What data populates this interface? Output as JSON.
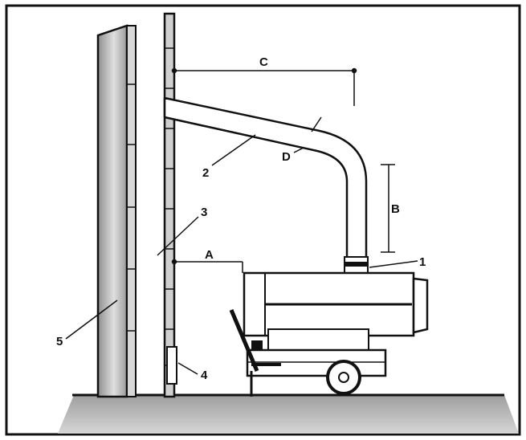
{
  "labels": {
    "c": "C",
    "d": "D",
    "b": "B",
    "a": "A",
    "n1": "1",
    "n2": "2",
    "n3": "3",
    "n4": "4",
    "n5": "5"
  },
  "colors": {
    "line": "#111111",
    "wall_mid": "#a8a8a8",
    "wall_light": "#e6e6e6",
    "floor": "#bdbdbd",
    "background": "#ffffff"
  }
}
